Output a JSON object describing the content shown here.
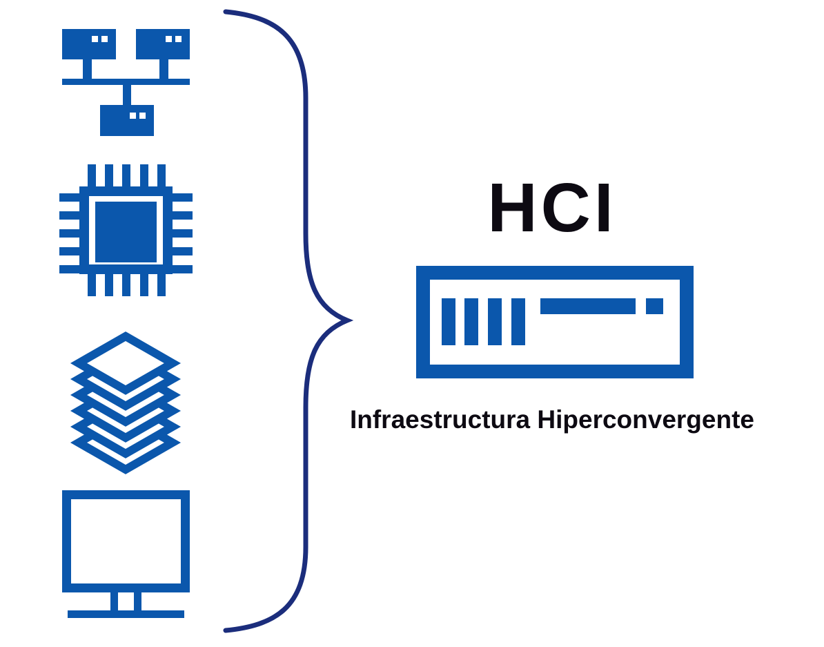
{
  "header": {
    "title": "HCI",
    "subtitle": "Infraestructura Hiperconvergente"
  },
  "colors": {
    "icon_blue": "#0b57ac",
    "brace_navy": "#1b2d7c",
    "text_color": "#0d0a12",
    "background": "#ffffff"
  },
  "left_icons": [
    {
      "name": "network-icon"
    },
    {
      "name": "cpu-icon"
    },
    {
      "name": "layers-icon"
    },
    {
      "name": "monitor-icon"
    }
  ],
  "right_icon": {
    "name": "server-icon"
  },
  "brace": {
    "glyph": "right-curly-brace"
  }
}
